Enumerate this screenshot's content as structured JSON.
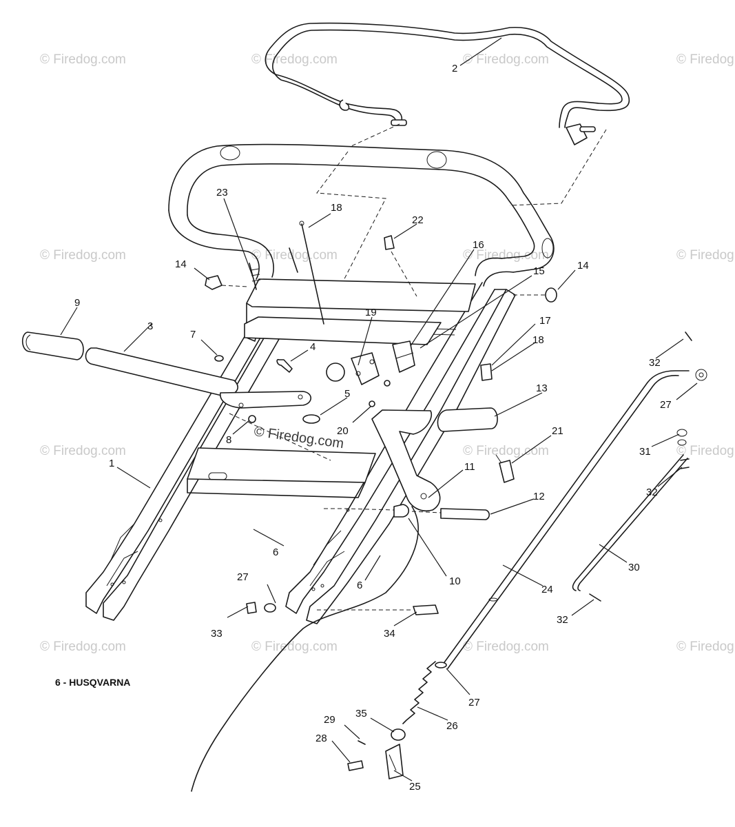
{
  "diagram": {
    "caption": "6 - HUSQVARNA",
    "center_watermark": "© Firedog.com",
    "watermark": "© Firedog.com",
    "callouts": [
      "2",
      "23",
      "18",
      "22",
      "16",
      "14",
      "15",
      "14",
      "9",
      "3",
      "7",
      "4",
      "19",
      "17",
      "18",
      "32",
      "5",
      "27",
      "13",
      "21",
      "31",
      "8",
      "20",
      "32",
      "1",
      "11",
      "12",
      "6",
      "30",
      "10",
      "6",
      "24",
      "27",
      "33",
      "34",
      "32",
      "27",
      "26",
      "29",
      "35",
      "28",
      "25"
    ]
  }
}
